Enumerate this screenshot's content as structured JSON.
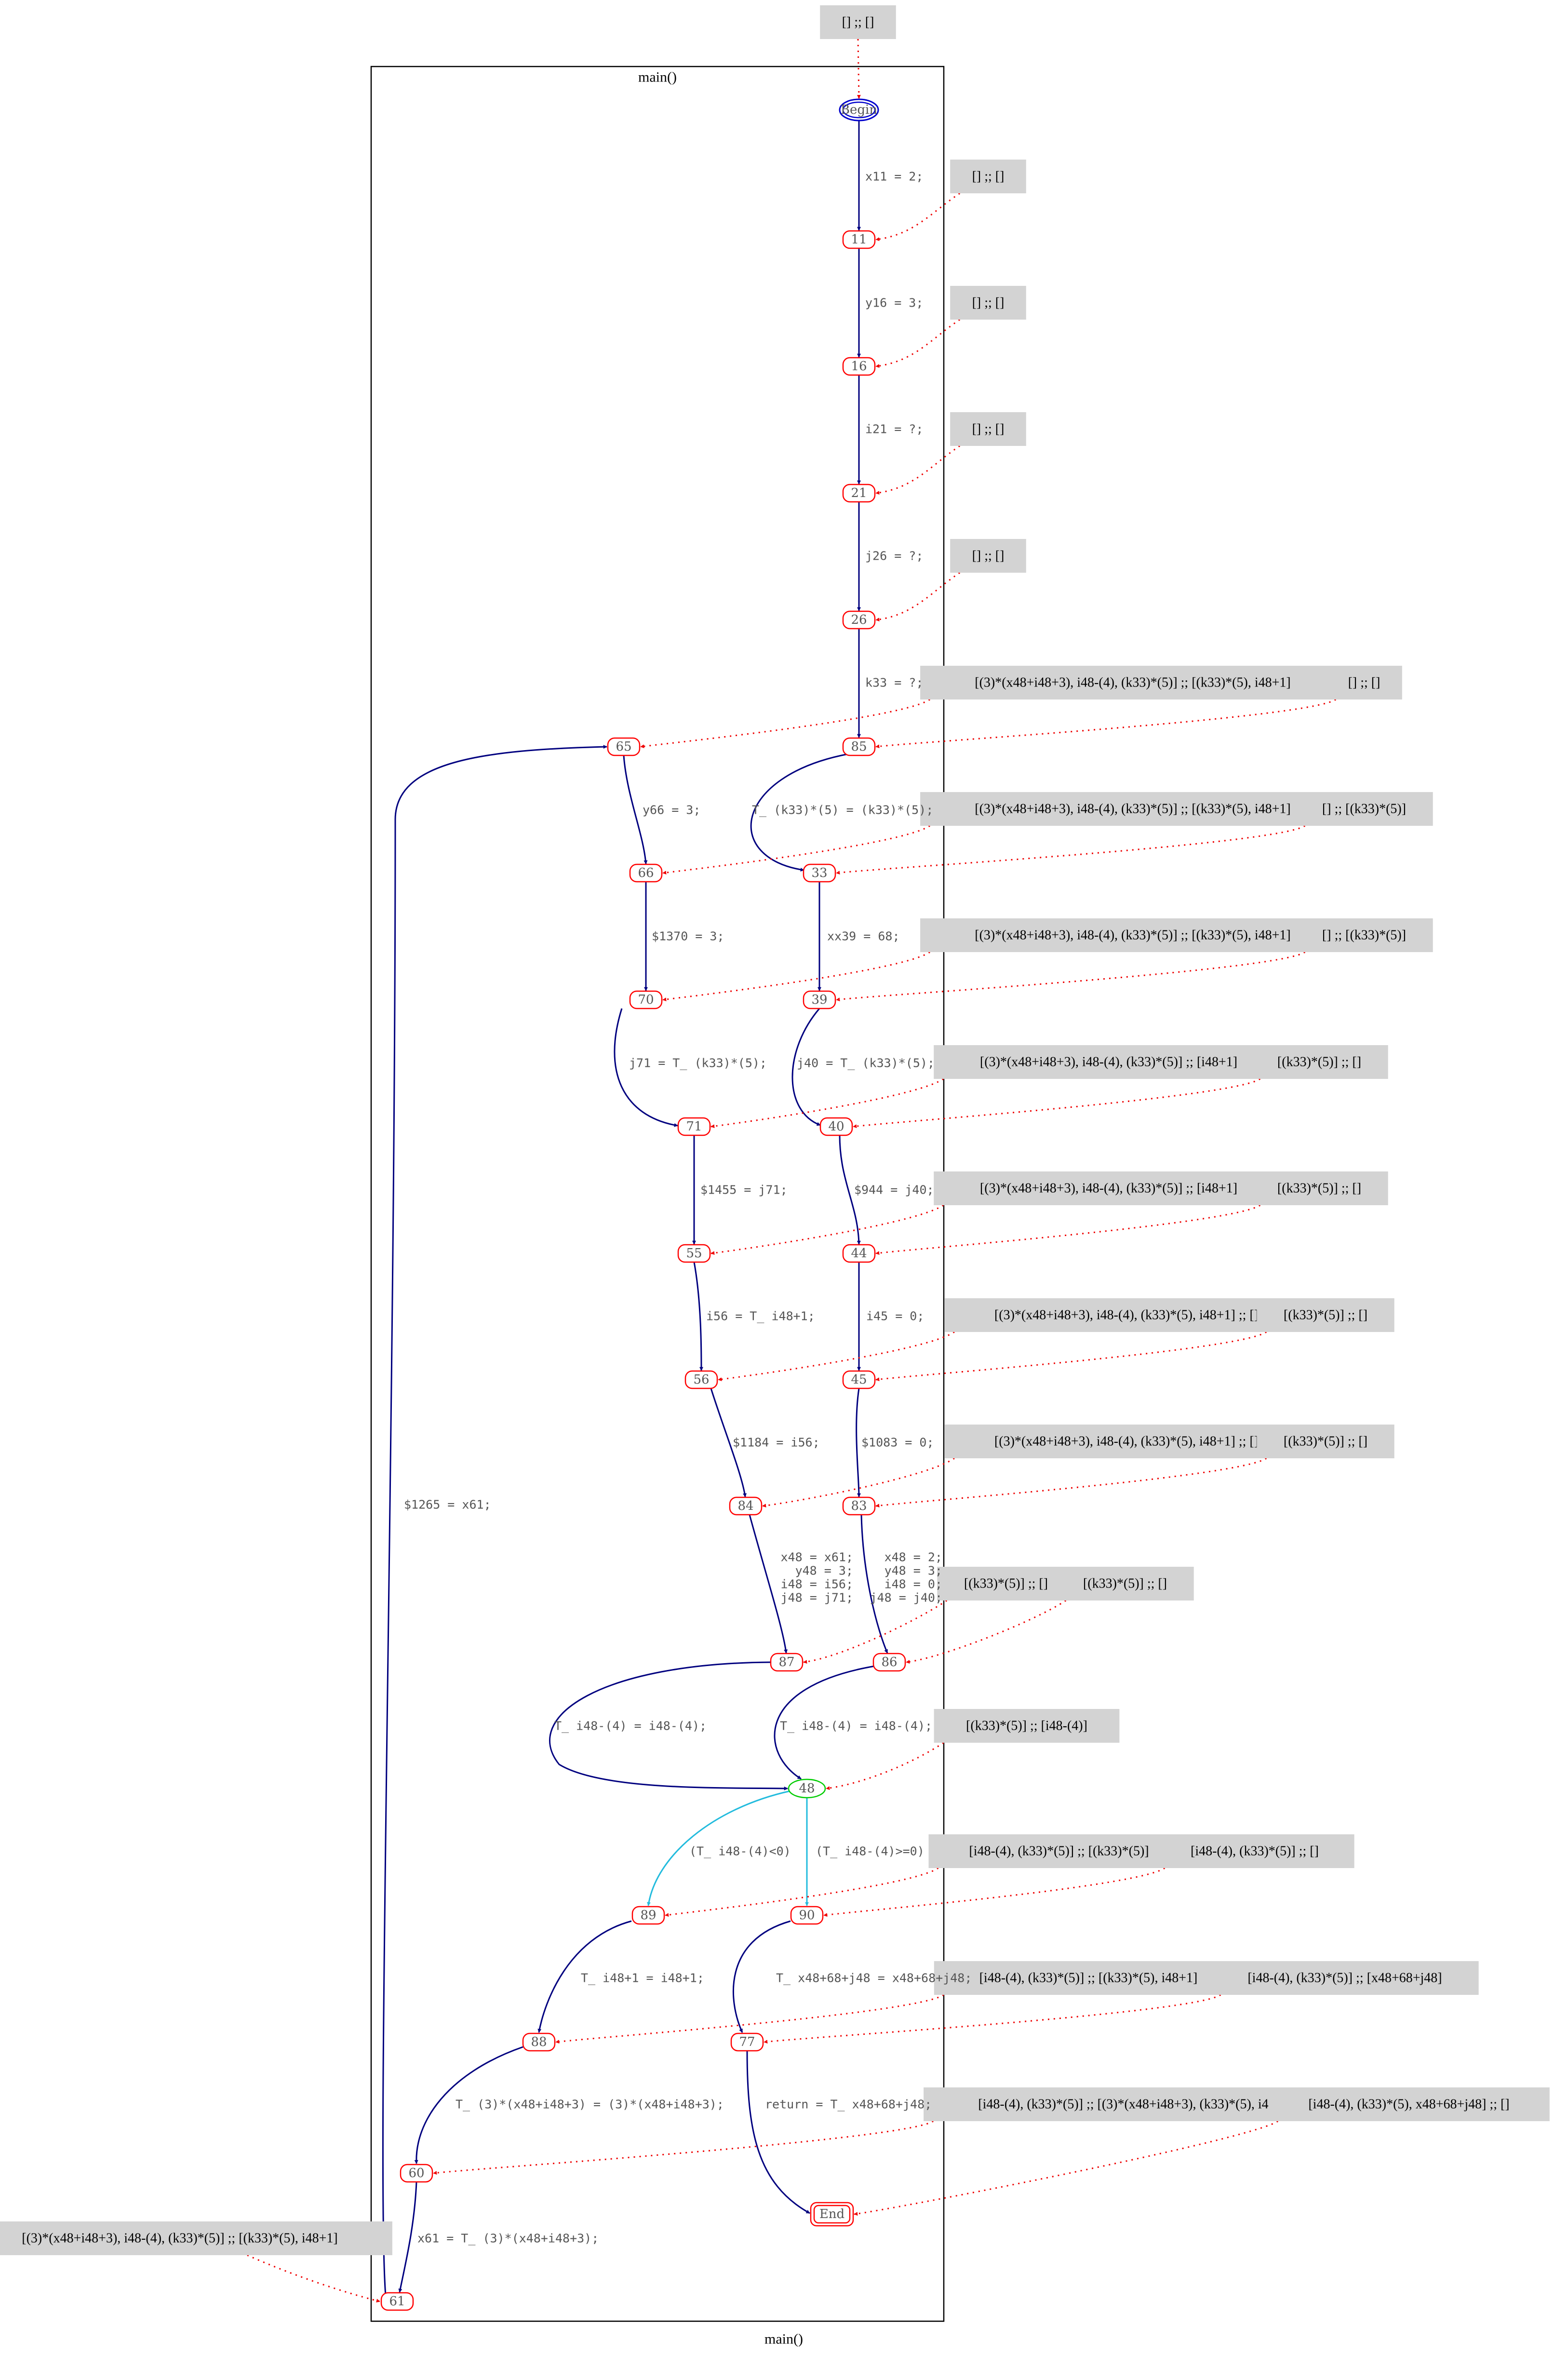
{
  "graph": {
    "title": "main()",
    "cluster_label": "main()",
    "colors": {
      "node_border": "#ff0000",
      "node_text": "#555555",
      "branch_node": "#00cc00",
      "begin_end": "#0000cc",
      "edge": "#00007f",
      "branch_edge": "#22bbdd",
      "dotted_edge": "#ee0000",
      "annotation_bg": "#d3d3d3"
    },
    "nodes": {
      "begin": "Begin",
      "n11": "11",
      "n16": "16",
      "n21": "21",
      "n26": "26",
      "n85": "85",
      "n65": "65",
      "n66": "66",
      "n33": "33",
      "n70": "70",
      "n39": "39",
      "n71": "71",
      "n40": "40",
      "n55": "55",
      "n44": "44",
      "n56": "56",
      "n45": "45",
      "n84": "84",
      "n83": "83",
      "n87": "87",
      "n86": "86",
      "n48": "48",
      "n89": "89",
      "n90": "90",
      "n88": "88",
      "n77": "77",
      "n60": "60",
      "end": "End",
      "n61": "61"
    },
    "edge_labels": {
      "e_begin_11": "x11 = 2;",
      "e_11_16": "y16 = 3;",
      "e_16_21": "i21 = ?;",
      "e_21_26": "j26 = ?;",
      "e_26_85": "k33 = ?;",
      "e_85_33": "T_ (k33)*(5) = (k33)*(5);",
      "e_65_66": "y66 = 3;",
      "e_66_70": "$1370 = 3;",
      "e_33_39": "xx39 = 68;",
      "e_70_71": "j71 = T_ (k33)*(5);",
      "e_39_40": "j40 = T_ (k33)*(5);",
      "e_71_55": "$1455 = j71;",
      "e_40_44": "$944 = j40;",
      "e_55_56": "i56 = T_ i48+1;",
      "e_44_45": "i45 = 0;",
      "e_56_84": "$1184 = i56;",
      "e_45_83": "$1083 = 0;",
      "e_84_87": [
        "x48 = x61;",
        "y48 = 3;",
        "i48 = i56;",
        "j48 = j71;"
      ],
      "e_83_86": [
        "x48 = 2;",
        "y48 = 3;",
        "i48 = 0;",
        "j48 = j40;"
      ],
      "e_87_48": "T_ i48-(4) = i48-(4);",
      "e_86_48": "T_ i48-(4) = i48-(4);",
      "e_48_89": "(T_ i48-(4)<0)",
      "e_48_90": "(T_ i48-(4)>=0)",
      "e_89_88": "T_ i48+1 = i48+1;",
      "e_90_77": "T_ x48+68+j48 = x48+68+j48;",
      "e_88_60": "T_ (3)*(x48+i48+3) = (3)*(x48+i48+3);",
      "e_77_end": "return = T_ x48+68+j48;",
      "e_60_61": "x61 = T_ (3)*(x48+i48+3);",
      "e_61_65": "$1265 = x61;"
    },
    "annotations": {
      "a_begin": "[] ;; []",
      "a_11": "[] ;; []",
      "a_16": "[] ;; []",
      "a_21": "[] ;; []",
      "a_26": "[] ;; []",
      "a_65": "[(3)*(x48+i48+3), i48-(4), (k33)*(5)] ;; [(k33)*(5), i48+1]",
      "a_85": "[] ;; []",
      "a_66": "[(3)*(x48+i48+3), i48-(4), (k33)*(5)] ;; [(k33)*(5), i48+1]",
      "a_33": "[] ;; [(k33)*(5)]",
      "a_70": "[(3)*(x48+i48+3), i48-(4), (k33)*(5)] ;; [(k33)*(5), i48+1]",
      "a_39": "[] ;; [(k33)*(5)]",
      "a_71": "[(3)*(x48+i48+3), i48-(4), (k33)*(5)] ;; [i48+1]",
      "a_40": "[(k33)*(5)] ;; []",
      "a_55": "[(3)*(x48+i48+3), i48-(4), (k33)*(5)] ;; [i48+1]",
      "a_44": "[(k33)*(5)] ;; []",
      "a_56": "[(3)*(x48+i48+3), i48-(4), (k33)*(5), i48+1] ;; []",
      "a_45": "[(k33)*(5)] ;; []",
      "a_84": "[(3)*(x48+i48+3), i48-(4), (k33)*(5), i48+1] ;; []",
      "a_83": "[(k33)*(5)] ;; []",
      "a_87": "[(k33)*(5)] ;; []",
      "a_86": "[(k33)*(5)] ;; []",
      "a_48": "[(k33)*(5)] ;; [i48-(4)]",
      "a_89": "[i48-(4), (k33)*(5)] ;; [(k33)*(5)]",
      "a_90": "[i48-(4), (k33)*(5)] ;; []",
      "a_88": "[i48-(4), (k33)*(5)] ;; [(k33)*(5), i48+1]",
      "a_77": "[i48-(4), (k33)*(5)] ;; [x48+68+j48]",
      "a_60": "[i48-(4), (k33)*(5)] ;; [(3)*(x48+i48+3), (k33)*(5), i48+1]",
      "a_end": "[i48-(4), (k33)*(5), x48+68+j48] ;; []",
      "a_61": "[(3)*(x48+i48+3), i48-(4), (k33)*(5)] ;; [(k33)*(5), i48+1]"
    }
  }
}
